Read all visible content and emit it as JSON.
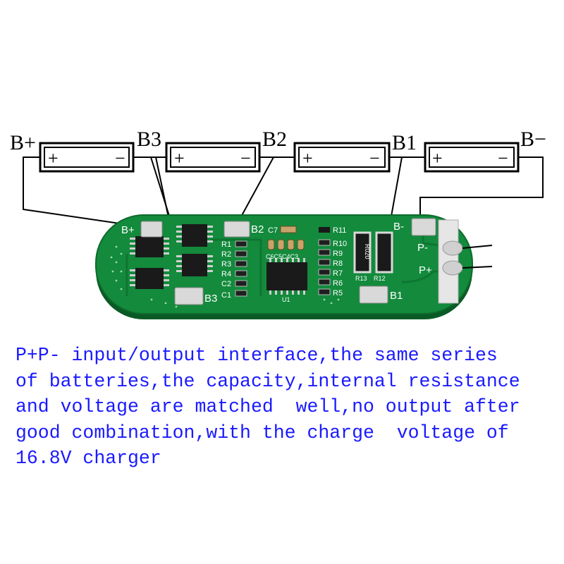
{
  "diagram": {
    "terminal_labels": {
      "b_plus": "B+",
      "b3": "B3",
      "b2": "B2",
      "b1": "B1",
      "b_minus": "B−"
    },
    "cell_plus": "+",
    "cell_minus": "−",
    "pcb": {
      "pads": {
        "b_plus": "B+",
        "b2": "B2",
        "b_minus": "B-",
        "b3": "B3",
        "b1": "B1",
        "p_minus": "P-",
        "p_plus": "P+"
      },
      "components": {
        "c7": "C7",
        "r11": "R11",
        "r10": "R10",
        "r9": "R9",
        "r8": "R8",
        "r7": "R7",
        "r6": "R6",
        "r5": "R5",
        "r1": "R1",
        "r2": "R2",
        "r3": "R3",
        "r4": "R4",
        "c2": "C2",
        "c1": "C1",
        "c6c5c4c3": "C6C5C4C3",
        "u1": "U1",
        "r13": "R13",
        "r12": "R12",
        "r020": "R020"
      },
      "colors": {
        "board": "#138a3c",
        "board_dark": "#0d6b2d",
        "pad": "#d9d9d9",
        "chip": "#1a1a1a"
      }
    }
  },
  "description": {
    "lines": [
      "P+P- input/output interface,the same series",
      "of batteries,the capacity,internal resistance",
      "and voltage are matched  well,no output after",
      "good combination,with the charge  voltage of",
      "16.8V charger"
    ],
    "color": "#1a1aff"
  }
}
